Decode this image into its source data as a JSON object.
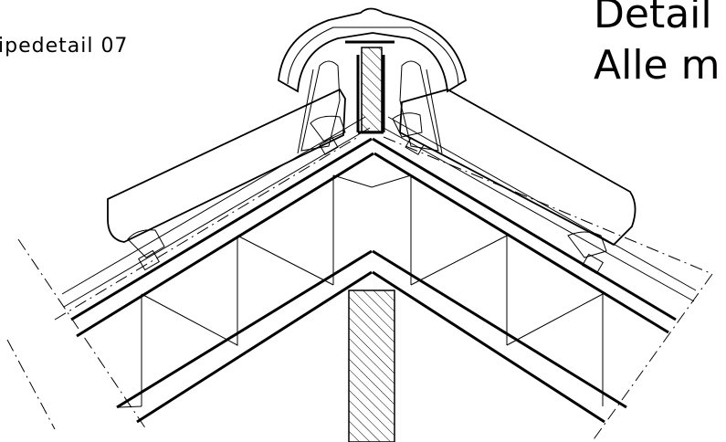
{
  "drawing": {
    "label_left": "ipedetail  07",
    "heading_line1": "Detail",
    "heading_line2": "Alle m"
  }
}
